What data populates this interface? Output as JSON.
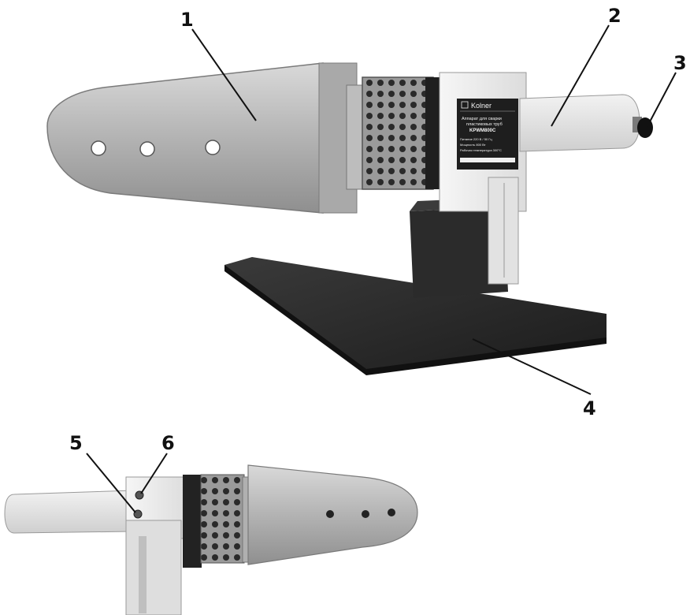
{
  "callouts": {
    "c1": "1",
    "c2": "2",
    "c3": "3",
    "c4": "4",
    "c5": "5",
    "c6": "6"
  },
  "rating_plate": {
    "brand": "Kolner",
    "title_line1": "Аппарат для сварки",
    "title_line2": "пластиковых труб",
    "model": "KPWM800C",
    "spec_voltage": "Питание 220 В / 50 Гц",
    "spec_power": "Мощность 800 Вт",
    "spec_temp": "Рабочая температура 300°С"
  },
  "colors": {
    "background": "#ffffff",
    "metal": "#b8b8b8",
    "body_plastic": "#ececec",
    "stand": "#2a2a2a",
    "plate": "#1e1e1e"
  }
}
